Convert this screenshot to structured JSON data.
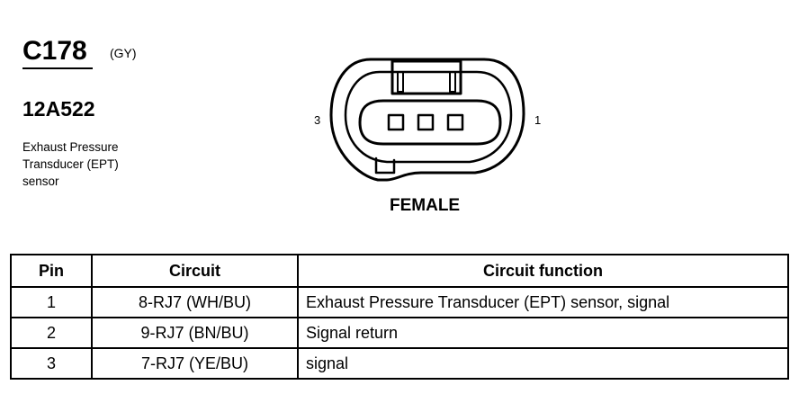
{
  "header": {
    "connector_code": "C178",
    "color_code": "(GY)",
    "part_number": "12A522",
    "description_lines": [
      "Exhaust Pressure",
      "Transducer (EPT)",
      "sensor"
    ]
  },
  "connector": {
    "pin_left_label": "3",
    "pin_right_label": "1",
    "gender": "FEMALE"
  },
  "table": {
    "headers": [
      "Pin",
      "Circuit",
      "Circuit function"
    ],
    "rows": [
      {
        "pin": "1",
        "circuit": "8-RJ7 (WH/BU)",
        "function": "Exhaust Pressure Transducer (EPT) sensor, signal"
      },
      {
        "pin": "2",
        "circuit": "9-RJ7 (BN/BU)",
        "function": "Signal return"
      },
      {
        "pin": "3",
        "circuit": "7-RJ7 (YE/BU)",
        "function": "signal"
      }
    ]
  }
}
